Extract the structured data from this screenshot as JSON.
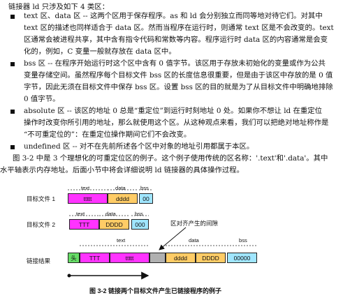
{
  "lines": [
    "链接器 ld 只涉及如下 4 类区：",
    "text 区、data 区 -- 这两个区用于保存程序。as 和 ld 会分别独立而同等地对待它们。对其中",
    "text 区的描述也同样适合于 data 区。然而当程序在运行时，则通常 text 区是不会改变的。text",
    "区通常会被进程共享，其中含有指令代码和常数等内容。程序运行时 data 区的内容通常是会变",
    "化的，例如，C 变量一般就存放在 data 区中。",
    "bss 区 -- 在程序开始运行时这个区中含有 0 值字节。该区用于存放未初始化的变量或作为公共",
    "变量存储空间。虽然程序每个目标文件 bss 区的长度信息很重要，但是由于该区中存放的是 0 值",
    "字节，因此无须在目标文件中保存 bss 区。设置 bss 区的目的就是为了从目标文件中明确地排除",
    "0 值字节。",
    "absolute 区 -- 该区的地址 0 总是“重定位”到运行时刻地址 0 处。如果你不想让 ld 在重定位",
    "操作时改变你所引用的地址，那么就使用这个区。从这种观点来看，我们可以把绝对地址称作是",
    "“不可重定位的”：在重定位操作期间它们不会改变。",
    "undefined 区 -- 对不在先前所述各个区中对象的地址引用都属于本区。",
    "图 3-2 中是 3 个理想化的可重定位区的例子。这个例子使用传统的区名称：'.text'和'.data'。其中",
    "水平轴表示内存地址。后面小节中将会详细说明 ld 链接器的具体操作过程。"
  ],
  "figure": {
    "file1": {
      "label": "目标文件 1",
      "sec_text": "text",
      "sec_data": "data",
      "sec_bss": "bss",
      "text_val": "ttttt",
      "data_val": "dddd",
      "bss_val": "00"
    },
    "file2": {
      "label": "目标文件 2",
      "sec_text": "text",
      "sec_data": "data",
      "sec_bss": "bss",
      "text_val": "TTT",
      "data_val": "DDDD",
      "bss_val": "000"
    },
    "gap_note": "区对齐产生的间隙",
    "result": {
      "label": "链接结果",
      "sec_text": "text",
      "sec_data": "data",
      "sec_bss": "bss",
      "head": "头",
      "t1": "TTT",
      "t2": "ttttt",
      "d1": "dddd",
      "d2": "DDDD",
      "b": "00000"
    },
    "caption": "图 3-2 链接两个目标文件产生已链接程序的例子"
  },
  "colors": {
    "text": "#ff33ff",
    "data": "#ffcc66",
    "bss": "#a0e6ff",
    "gap": "#b0b0b0",
    "head": "#66dd66"
  }
}
